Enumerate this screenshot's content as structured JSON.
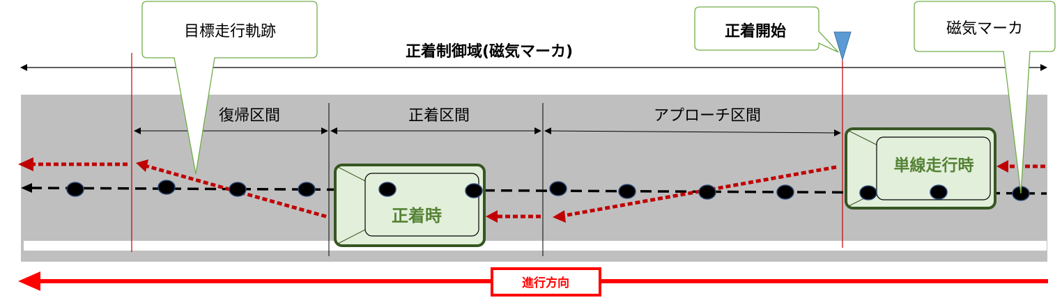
{
  "callouts": {
    "target_trajectory": "目標走行軌跡",
    "docking_start": "正着開始",
    "magnetic_marker": "磁気マーカ"
  },
  "range_label": "正着制御域(磁気マーカ)",
  "sections": {
    "return": "復帰区間",
    "docking": "正着区間",
    "approach": "アプローチ区間"
  },
  "vehicles": {
    "docking": "正着時",
    "single_lane": "単線走行時"
  },
  "direction_label": "進行方向",
  "colors": {
    "road": "#bfbfbf",
    "trajectory": "#c00000",
    "direction": "#ff0000",
    "vehicle_fill": "#e2efda",
    "vehicle_border": "#375623",
    "vehicle_text": "#548235",
    "callout_border": "#70ad47",
    "marker_triangle": "#5b9bd5",
    "marker_dot": "#000000"
  }
}
